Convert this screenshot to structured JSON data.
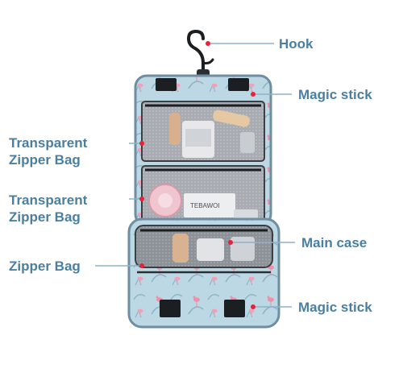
{
  "colors": {
    "label_text": "#4a7fa0",
    "leader_line": "#8fb0c8",
    "marker_dot": "#e8203a",
    "bag_fabric": "#bcd8e4",
    "bag_trim": "#5f7f92",
    "mesh": "#a9adb3",
    "strap": "#1c1f22",
    "flamingo": "#f08fa8",
    "leaf": "#7fa9bd"
  },
  "labels": {
    "hook": "Hook",
    "magic_stick_top": "Magic stick",
    "transparent_zipper_bag_1": [
      "Transparent",
      "Zipper Bag"
    ],
    "transparent_zipper_bag_2": [
      "Transparent",
      "Zipper Bag"
    ],
    "main_case": "Main case",
    "zipper_bag": "Zipper Bag",
    "magic_stick_bottom": "Magic stick"
  },
  "product_text": {
    "box_brand": "TEBAWOI"
  }
}
